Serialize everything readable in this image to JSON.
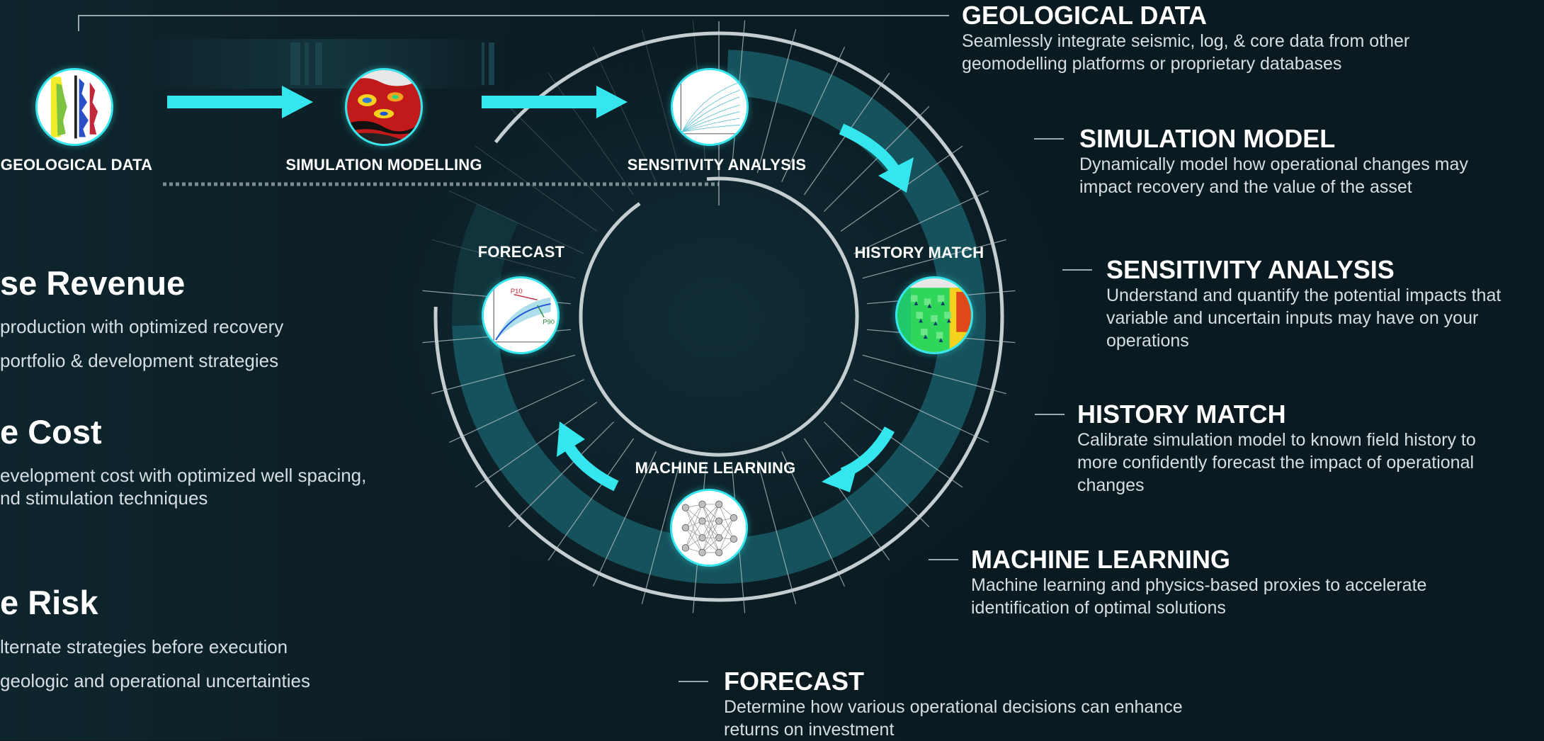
{
  "colors": {
    "background": "#0b1b22",
    "accent": "#35e6ee",
    "ring": "#c4cdd0",
    "band": "#17555f",
    "text": "#ffffff",
    "muted": "#d6dee2"
  },
  "flow": {
    "nodes": [
      {
        "label": "GEOLOGICAL DATA",
        "icon": "geological-log-icon"
      },
      {
        "label": "SIMULATION MODELLING",
        "icon": "simulation-map-icon"
      },
      {
        "label": "SENSITIVITY ANALYSIS",
        "icon": "sensitivity-curves-icon"
      }
    ]
  },
  "cycle": {
    "nodes": [
      {
        "label": "FORECAST",
        "icon": "forecast-chart-icon",
        "chart_labels": [
          "P10",
          "P90"
        ]
      },
      {
        "label": "HISTORY MATCH",
        "icon": "history-heatmap-icon"
      },
      {
        "label": "MACHINE LEARNING",
        "icon": "neural-network-icon"
      }
    ]
  },
  "benefits": [
    {
      "title": "se Revenue",
      "lines": [
        "production with optimized recovery",
        "portfolio & development strategies"
      ]
    },
    {
      "title": "e Cost",
      "lines": [
        "evelopment cost with optimized well spacing,",
        "nd stimulation techniques"
      ]
    },
    {
      "title": "e Risk",
      "lines": [
        "lternate strategies before execution",
        "geologic and operational uncertainties"
      ]
    }
  ],
  "descriptions": [
    {
      "title": "GEOLOGICAL DATA",
      "lines": [
        "Seamlessly integrate seismic, log, & core data from other",
        "geomodelling platforms or proprietary databases"
      ]
    },
    {
      "title": "SIMULATION MODEL",
      "lines": [
        "Dynamically model how operational changes may",
        "impact recovery and the value of the asset"
      ]
    },
    {
      "title": "SENSITIVITY ANALYSIS",
      "lines": [
        "Understand and quantify the potential impacts that",
        "variable and uncertain inputs may have on your",
        "operations"
      ]
    },
    {
      "title": "HISTORY MATCH",
      "lines": [
        "Calibrate simulation model to known field history to",
        "more confidently forecast the impact of operational",
        "changes"
      ]
    },
    {
      "title": "MACHINE LEARNING",
      "lines": [
        "Machine learning and physics-based proxies to accelerate",
        "identification of optimal solutions"
      ]
    },
    {
      "title": "FORECAST",
      "lines": [
        "Determine how various operational decisions can enhance",
        "returns on investment"
      ]
    }
  ]
}
